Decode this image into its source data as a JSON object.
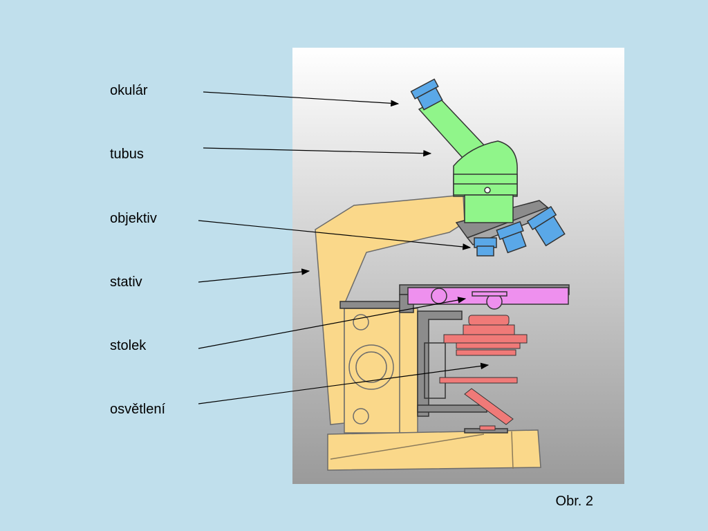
{
  "labels": {
    "eyepiece": "okulár",
    "tube": "tubus",
    "objective": "objektiv",
    "stand": "stativ",
    "stage": "stolek",
    "illumination": "osvětlení"
  },
  "caption": "Obr. 2",
  "colors": {
    "slide_background": "#c0dfec",
    "eyepiece_tube_green": "#90f58a",
    "objective_blue": "#5aa8e8",
    "stand_yellow": "#fad88a",
    "stage_pink": "#ee90ee",
    "illumination_red": "#f07a78",
    "metal_gray": "#8a8a8a"
  }
}
